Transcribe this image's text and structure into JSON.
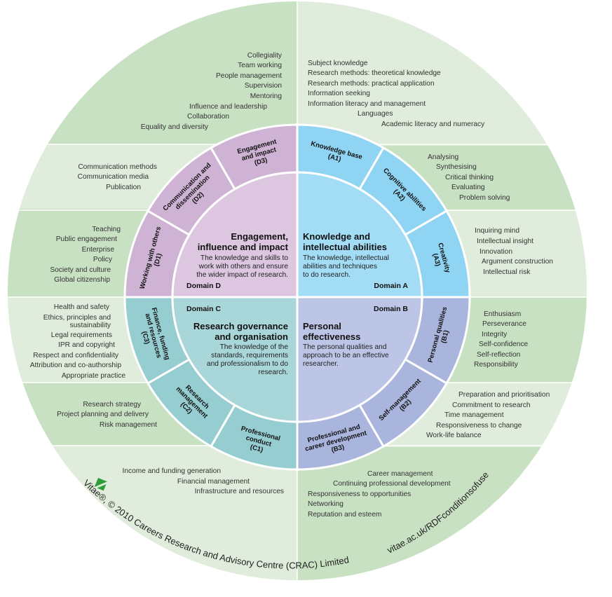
{
  "colors": {
    "outer_light": "#e0eddc",
    "outer_dark": "#c9e1c3",
    "band_line": "#ffffff",
    "domain_a": "#a3dcf5",
    "domain_a_seg": "#8fd4f2",
    "domain_b": "#bcc5e6",
    "domain_b_seg": "#aab5de",
    "domain_c": "#a9d6d9",
    "domain_c_seg": "#96cdd1",
    "domain_d": "#dcc6e0",
    "domain_d_seg": "#cfb3d4",
    "divider": "#ffffff",
    "logo": "#2e9e3a"
  },
  "domains": {
    "A": {
      "tag": "Domain A",
      "title": [
        "Knowledge and",
        "intellectual abilities"
      ],
      "description": [
        "The knowledge, intellectual",
        "abilities and techniques",
        "to do research."
      ],
      "subdomains": [
        {
          "label": [
            "Knowledge base",
            "(A1)"
          ],
          "attributes": [
            "Subject knowledge",
            "Research methods: theoretical knowledge",
            "Research methods: practical application",
            "Information seeking",
            "Information literacy and management",
            "Languages",
            "Academic literacy and numeracy"
          ]
        },
        {
          "label": [
            "Cognitive abilities",
            "(A2)"
          ],
          "attributes": [
            "Analysing",
            "Synthesising",
            "Critical thinking",
            "Evaluating",
            "Problem solving"
          ]
        },
        {
          "label": [
            "Creativity",
            "(A3)"
          ],
          "attributes": [
            "Inquiring mind",
            "Intellectual insight",
            "Innovation",
            "Argument construction",
            "Intellectual risk"
          ]
        }
      ]
    },
    "B": {
      "tag": "Domain B",
      "title": [
        "Personal",
        "effectiveness"
      ],
      "description": [
        "The personal qualities and",
        "approach to be an effective",
        "researcher."
      ],
      "subdomains": [
        {
          "label": [
            "Personal qualities",
            "(B1)"
          ],
          "attributes": [
            "Enthusiasm",
            "Perseverance",
            "Integrity",
            "Self-confidence",
            "Self-reflection",
            "Responsibility"
          ]
        },
        {
          "label": [
            "Self-management",
            "(B2)"
          ],
          "attributes": [
            "Preparation and prioritisation",
            "Commitment to research",
            "Time management",
            "Responsiveness to change",
            "Work-life balance"
          ]
        },
        {
          "label": [
            "Professional and",
            "career development",
            "(B3)"
          ],
          "attributes": [
            "Career management",
            "Continuing professional development",
            "Responsiveness to opportunities",
            "Networking",
            "Reputation and esteem"
          ]
        }
      ]
    },
    "C": {
      "tag": "Domain C",
      "title": [
        "Research governance",
        "and organisation"
      ],
      "description": [
        "The knowledge of the",
        "standards, requirements",
        "and professionalism to do",
        "research."
      ],
      "subdomains": [
        {
          "label": [
            "Professional",
            "conduct",
            "(C1)"
          ],
          "attributes": [
            "Health and safety",
            "Ethics, principles and",
            "sustainability",
            "Legal requirements",
            "IPR and copyright",
            "Respect and confidentiality",
            "Attribution and co-authorship",
            "Appropriate practice"
          ]
        },
        {
          "label": [
            "Research",
            "management",
            "(C2)"
          ],
          "attributes": [
            "Research strategy",
            "Project planning and delivery",
            "Risk management"
          ]
        },
        {
          "label": [
            "Finance, funding",
            "and resources",
            "(C3)"
          ],
          "attributes": [
            "Income and funding generation",
            "Financial management",
            "Infrastructure and resources"
          ]
        }
      ]
    },
    "D": {
      "tag": "Domain D",
      "title": [
        "Engagement,",
        "influence and impact"
      ],
      "description": [
        "The knowledge and skills to",
        "work with others and ensure",
        "the wider impact of research."
      ],
      "subdomains": [
        {
          "label": [
            "Working with others",
            "(D1)"
          ],
          "attributes": [
            "Collegiality",
            "Team working",
            "People management",
            "Supervision",
            "Mentoring",
            "Influence and leadership",
            "Collaboration",
            "Equality and diversity"
          ]
        },
        {
          "label": [
            "Communication and",
            "dissemination",
            "(D2)"
          ],
          "attributes": [
            "Communication methods",
            "Communication media",
            "Publication"
          ]
        },
        {
          "label": [
            "Engagement",
            "and impact",
            "(D3)"
          ],
          "attributes": [
            "Teaching",
            "Public engagement",
            "Enterprise",
            "Policy",
            "Society and culture",
            "Global citizenship"
          ]
        }
      ]
    }
  },
  "footer": {
    "copyright": "Vitae®, © 2010 Careers Research and Advisory Centre (CRAC) Limited",
    "url": "vitae.ac.uk/RDFconditionsofuse"
  }
}
